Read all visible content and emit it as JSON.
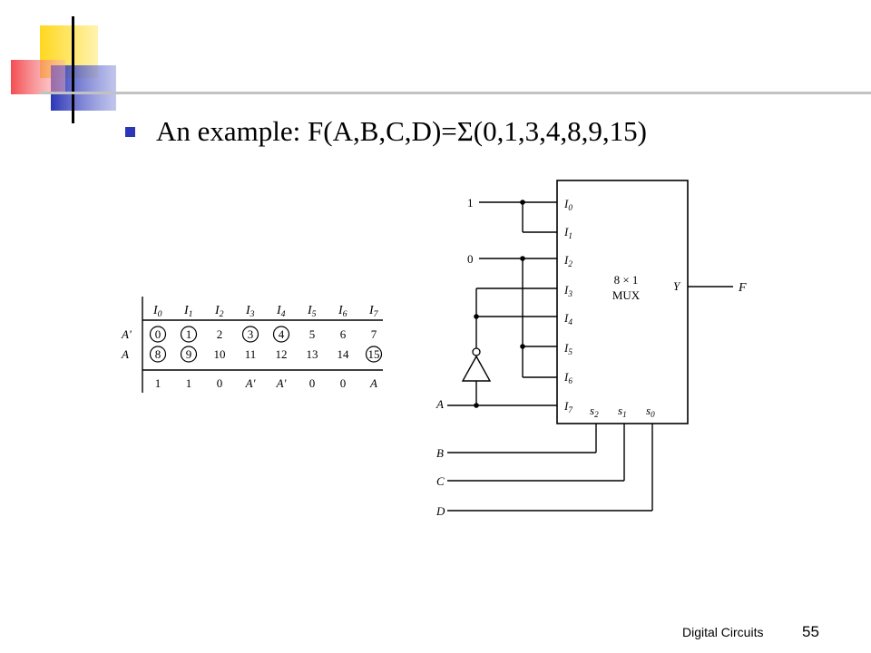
{
  "slide": {
    "bullet_text": "An example: F(A,B,C,D)=Σ(0,1,3,4,8,9,15)",
    "footer_label": "Digital Circuits",
    "page_number": "55"
  },
  "colors": {
    "accent_yellow": "#ffd81f",
    "accent_red": "#f2383d",
    "accent_blue": "#2b36b8",
    "rule_gray": "#c2c2c2"
  },
  "table": {
    "column_headers": [
      "I0",
      "I1",
      "I2",
      "I3",
      "I4",
      "I5",
      "I6",
      "I7"
    ],
    "rows": [
      {
        "label": "A'",
        "cells": [
          "0",
          "1",
          "2",
          "3",
          "4",
          "5",
          "6",
          "7"
        ],
        "circled": [
          true,
          true,
          false,
          true,
          true,
          false,
          false,
          false
        ]
      },
      {
        "label": "A",
        "cells": [
          "8",
          "9",
          "10",
          "11",
          "12",
          "13",
          "14",
          "15"
        ],
        "circled": [
          true,
          true,
          false,
          false,
          false,
          false,
          false,
          true
        ]
      }
    ],
    "result_row": [
      "1",
      "1",
      "0",
      "A'",
      "A'",
      "0",
      "0",
      "A"
    ]
  },
  "mux": {
    "title_line1": "8 × 1",
    "title_line2": "MUX",
    "inputs": [
      "I0",
      "I1",
      "I2",
      "I3",
      "I4",
      "I5",
      "I6",
      "I7"
    ],
    "selects": [
      "s2",
      "s1",
      "s0"
    ],
    "output_pin": "Y",
    "output_label": "F",
    "source_labels": {
      "one": "1",
      "zero": "0",
      "a": "A",
      "b": "B",
      "c": "C",
      "d": "D"
    }
  }
}
